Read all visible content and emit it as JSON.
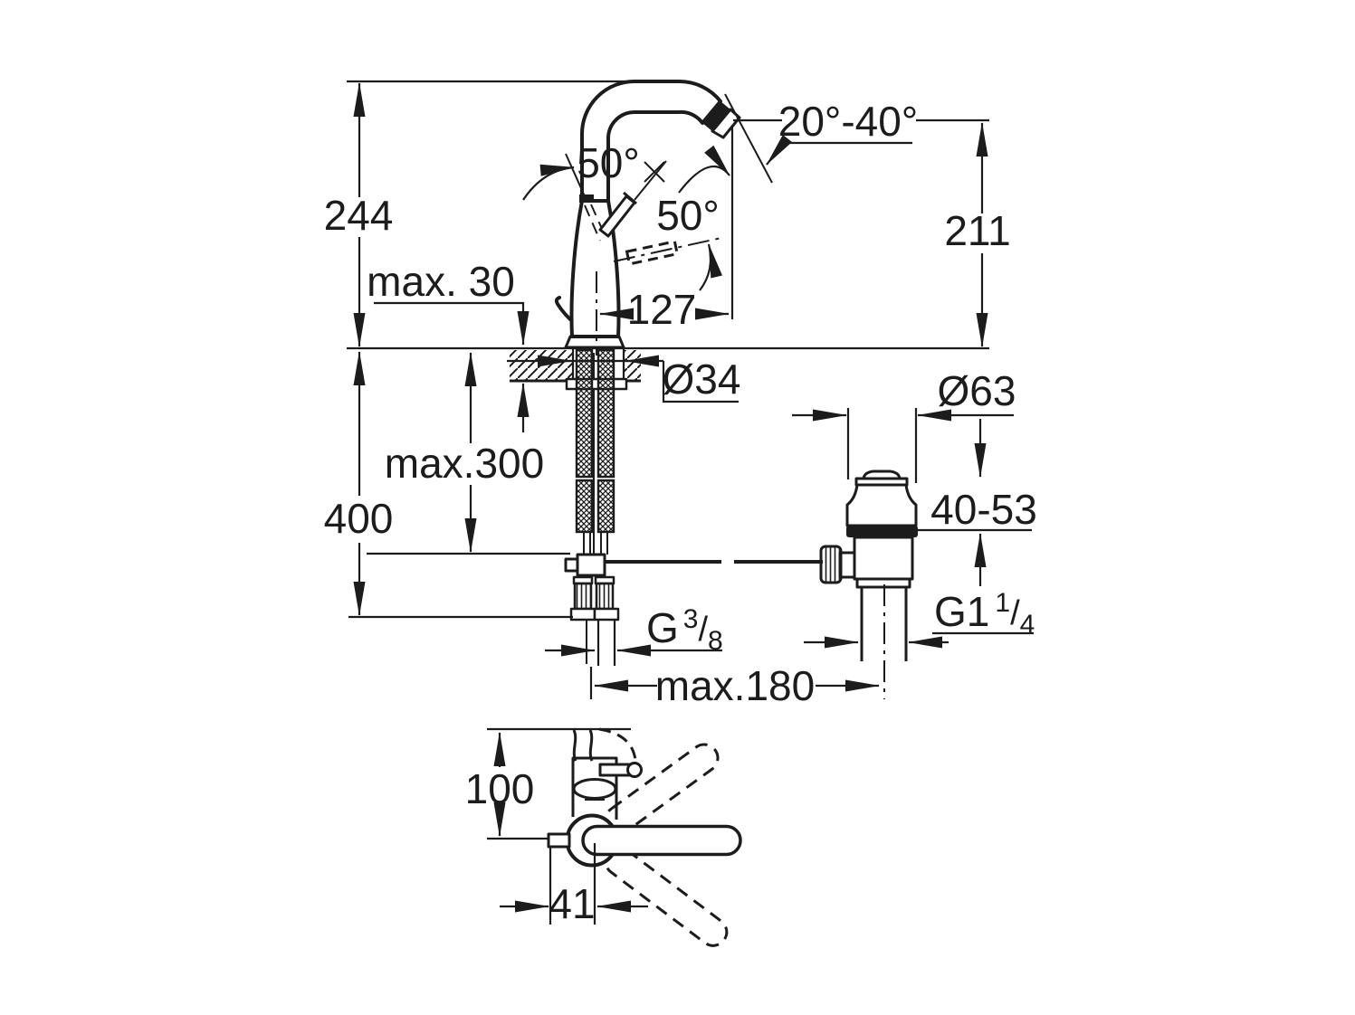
{
  "drawing": {
    "type": "installation-dimension-drawing",
    "subject": "single-lever basin mixer with high swivel spout and pop-up waste",
    "colors": {
      "background": "#ffffff",
      "ink": "#1c1c1c"
    },
    "labels": {
      "overall_height": "244",
      "deck_thickness": "max. 30",
      "lever_angle_open": "50°",
      "lever_angle_swing": "50°",
      "spout_angle_range": "20°-40°",
      "outlet_height": "211",
      "spout_projection": "127",
      "mount_hole_diameter": "Ø34",
      "hose_depth": "max.300",
      "below_deck_length": "400",
      "waste_flange_diameter": "Ø63",
      "waste_clamp_range": "40-53",
      "supply_thread": {
        "prefix": "G",
        "numerator": "3",
        "slash": "/",
        "denominator": "8"
      },
      "waste_thread": {
        "prefix": "G1",
        "numerator": "1",
        "slash": "/",
        "denominator": "4"
      },
      "waste_center_distance": "max.180",
      "plan_depth": "100",
      "plan_offset": "41"
    }
  }
}
